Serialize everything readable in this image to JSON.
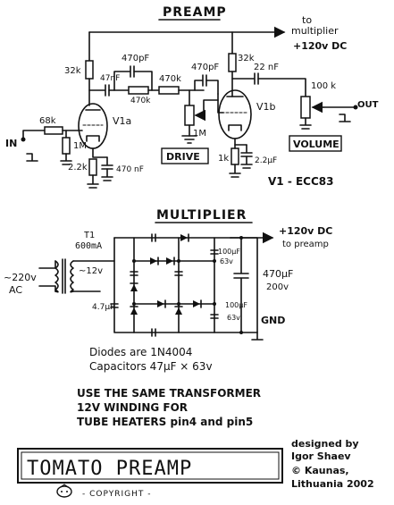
{
  "preamp": {
    "title": "PREAMP",
    "to_multiplier": "to",
    "to_multiplier_2": "multiplier",
    "supply": "+120v DC",
    "r_grid_v1a": "68k",
    "r_grid_leak": "1M",
    "input": "IN",
    "r_plate_v1a": "32k",
    "c_in_v1b_1": "47nF",
    "c_top": "470pF",
    "r_mid": "470k",
    "r_top": "470k",
    "c_470pf_2": "470pF",
    "tube_a": "V1a",
    "pot_drive_value": "1M",
    "drive_label": "DRIVE",
    "r_cathode_v1a": "2.2k",
    "c_cathode_v1a": "470 nF",
    "r_plate_v1b": "32k",
    "c_out": "22 nF",
    "tube_b": "V1b",
    "pot_volume_value": "100 k",
    "output": "OUT",
    "volume_label": "VOLUME",
    "r_cathode_v1b": "1k",
    "c_cathode_v1b": "2.2μF",
    "tube_type": "V1 - ECC83"
  },
  "multiplier": {
    "title": "MULTIPLIER",
    "transformer": "T1",
    "transformer_current": "600mA",
    "mains": "~220v",
    "mains_ac": "AC",
    "secondary": "~12v",
    "c_left": "4.7μF",
    "c_right_top": "100μF",
    "c_right_top_v": "63v",
    "c_right_bot": "100μF",
    "c_right_bot_v": "63v",
    "c_out": "470μF",
    "c_out_v": "200v",
    "out_label": "+120v DC",
    "out_label_2": "to preamp",
    "gnd": "GND"
  },
  "notes": {
    "diodes": "Diodes are 1N4004",
    "capacitors": "Capacitors  47μF × 63v",
    "transformer_note_1": "USE THE SAME TRANSFORMER",
    "transformer_note_2": "12V WINDING FOR",
    "transformer_note_3": "TUBE HEATERS pin4 and pin5"
  },
  "footer": {
    "brand": "TOMATO PREAMP",
    "copyright": "- COPYRIGHT -",
    "credit_1": "designed by",
    "credit_2": "Igor Shaev",
    "credit_3": "© Kaunas,",
    "credit_4": "Lithuania 2002"
  }
}
